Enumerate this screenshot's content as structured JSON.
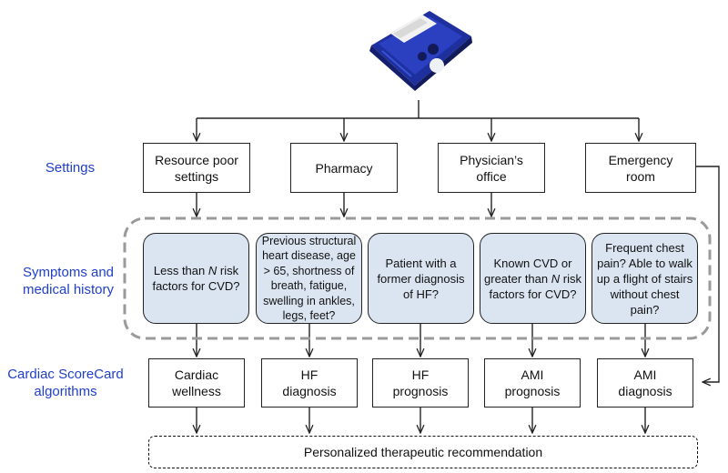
{
  "row_labels": {
    "settings": "Settings",
    "symptoms": "Symptoms and\nmedical history",
    "algorithms": "Cardiac ScoreCard\nalgorithms"
  },
  "settings": [
    {
      "label": "Resource poor\nsettings"
    },
    {
      "label": "Pharmacy"
    },
    {
      "label": "Physician’s\noffice"
    },
    {
      "label": "Emergency\nroom"
    }
  ],
  "symptoms": [
    {
      "pre": "Less than ",
      "em": "N",
      "post": " risk factors for CVD?"
    },
    {
      "pre": "Previous structural heart disease, age > 65, shortness of breath, fatigue, swelling in ankles, legs, feet?",
      "em": "",
      "post": ""
    },
    {
      "pre": "Patient with a former diagnosis of HF?",
      "em": "",
      "post": ""
    },
    {
      "pre": "Known CVD or greater than ",
      "em": "N",
      "post": " risk factors for CVD?"
    },
    {
      "pre": "Frequent chest pain? Able to walk up a flight of stairs without chest pain?",
      "em": "",
      "post": ""
    }
  ],
  "algorithms": [
    {
      "label": "Cardiac\nwellness"
    },
    {
      "label": "HF\ndiagnosis"
    },
    {
      "label": "HF\nprognosis"
    },
    {
      "label": "AMI\nprognosis"
    },
    {
      "label": "AMI\ndiagnosis"
    }
  ],
  "recommendation": "Personalized therapeutic recommendation",
  "colors": {
    "label_blue": "#1f3fc9",
    "symptom_fill": "#dbe5f2",
    "device_blue": "#1e2f9e"
  },
  "device": {
    "icon": "scorecard-device-icon"
  }
}
